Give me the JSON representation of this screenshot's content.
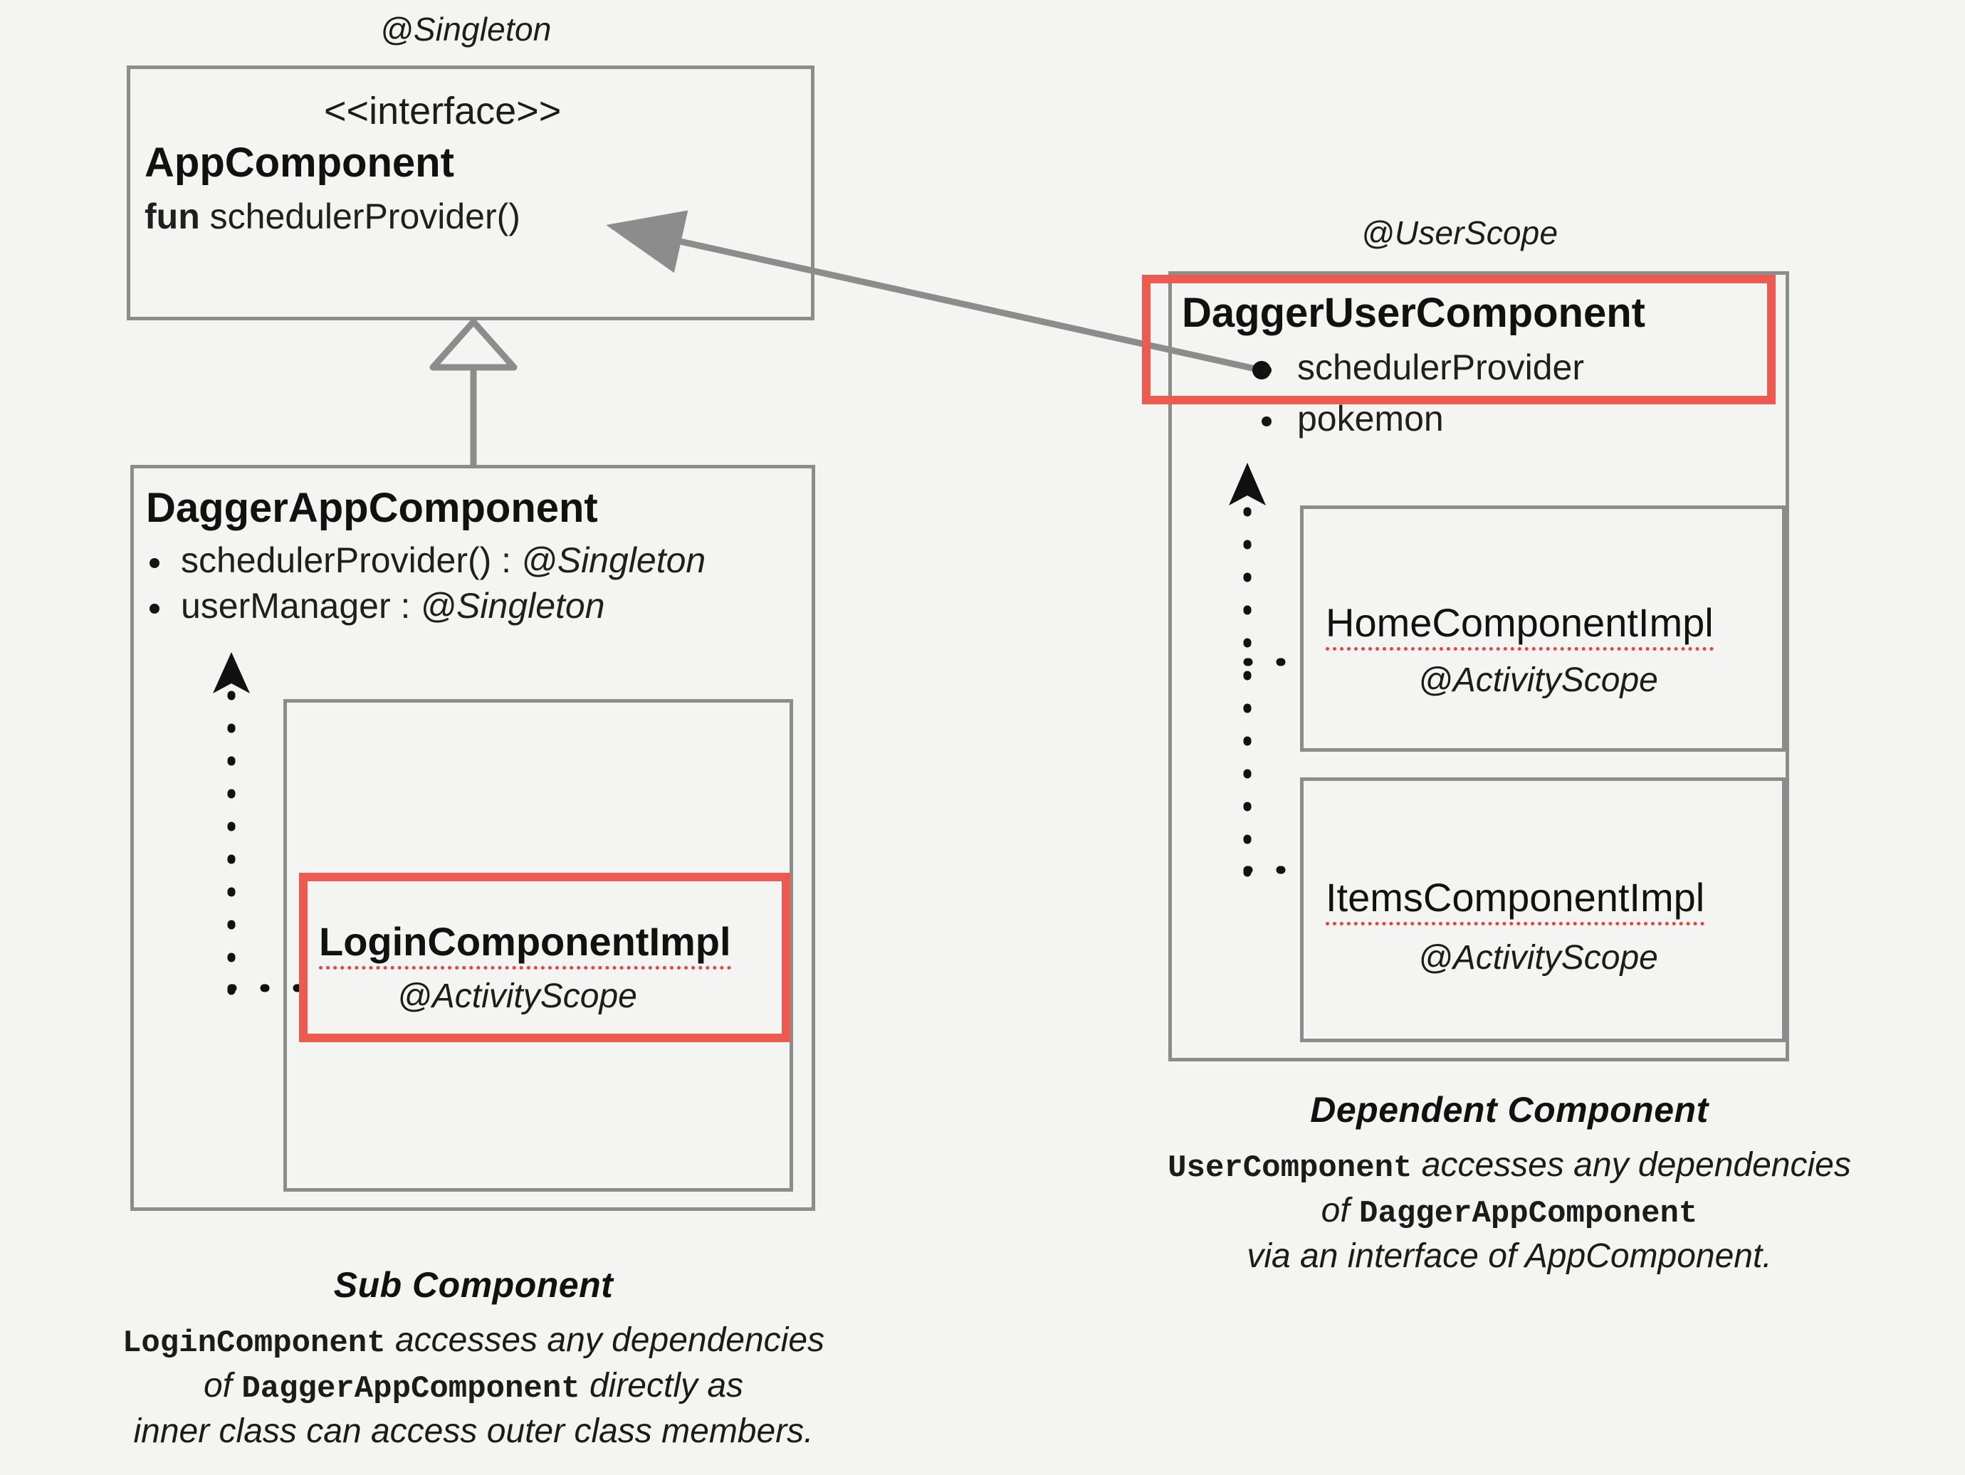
{
  "diagram": {
    "title": "Dagger component relationship diagram",
    "colors": {
      "background": "#f4f4f2",
      "box_border": "#8c8c8c",
      "highlight": "#ec5b4f",
      "squiggle": "#e8443a",
      "text": "#1a1a1a",
      "connector": "#8c8c8c"
    }
  },
  "left": {
    "app_component": {
      "annotation": "@Singleton",
      "stereotype": "<<interface>>",
      "name": "AppComponent",
      "method_keyword": "fun",
      "method_name": "schedulerProvider()"
    },
    "dagger_app_component": {
      "name": "DaggerAppComponent",
      "members": [
        {
          "label": "schedulerProvider()",
          "separator": " : ",
          "scope": "@Singleton"
        },
        {
          "label": "userManager",
          "separator": " : ",
          "scope": "@Singleton"
        }
      ]
    },
    "login_component": {
      "name": "LoginComponentImpl",
      "scope": "@ActivityScope",
      "highlighted": true
    },
    "caption": {
      "title": "Sub Component",
      "line1_code": "LoginComponent",
      "line1_text": " accesses any dependencies",
      "line2_pre": "of ",
      "line2_code": "DaggerAppComponent",
      "line2_post": " directly as",
      "line3": "inner class can access outer class members."
    }
  },
  "right": {
    "user_component": {
      "annotation": "@UserScope",
      "name": "DaggerUserComponent",
      "members": [
        {
          "label": "schedulerProvider",
          "highlighted": true
        },
        {
          "label": "pokemon",
          "highlighted": false
        }
      ]
    },
    "home_component": {
      "name": "HomeComponentImpl",
      "scope": "@ActivityScope"
    },
    "items_component": {
      "name": "ItemsComponentImpl",
      "scope": "@ActivityScope"
    },
    "caption": {
      "title": "Dependent Component",
      "line1_code": "UserComponent",
      "line1_text": " accesses any dependencies",
      "line2_pre": "of ",
      "line2_code": "DaggerAppComponent",
      "line2_post": "",
      "line3": "via an interface of AppComponent."
    }
  },
  "connectors": {
    "inheritance": "DaggerAppComponent extends AppComponent (hollow triangle)",
    "dependency_user_to_app": "DaggerUserComponent.schedulerProvider -> AppComponent.schedulerProvider()",
    "dotted_login": "LoginComponentImpl -> DaggerAppComponent members",
    "dotted_home": "HomeComponentImpl -> DaggerUserComponent members",
    "dotted_items": "ItemsComponentImpl -> DaggerUserComponent members"
  }
}
